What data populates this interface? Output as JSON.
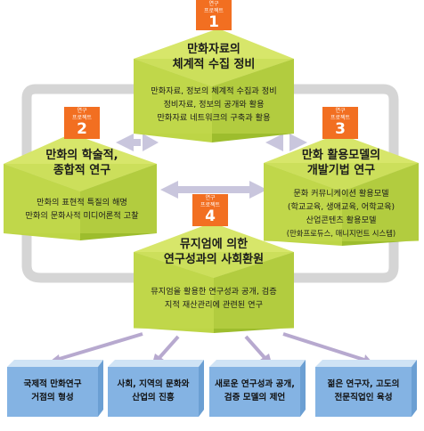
{
  "colors": {
    "cube_top": "#d7e66a",
    "cube_front": "#bdd546",
    "cube_side": "#9dbd2d",
    "badge": "#f26f21",
    "arrow": "#c9c6dd",
    "outcome_top": "#cfe3f5",
    "outcome_front": "#84b3e3",
    "outcome_side": "#6b9fd3",
    "frame": "#d5d5d5"
  },
  "projects": [
    {
      "badge_label": [
        "연구",
        "프로젝트"
      ],
      "number": "1",
      "title": [
        "만화자료의",
        "체계적 수집 정비"
      ],
      "body": [
        "만화자료, 정보의 체계적 수집과 정비",
        "정비자료, 정보의 공개와 활용",
        "만화자료 네트워크의 구축과 활용"
      ]
    },
    {
      "badge_label": [
        "연구",
        "프로젝트"
      ],
      "number": "2",
      "title": [
        "만화의 학술적,",
        "종합적 연구"
      ],
      "body": [
        "만화의 표현적 특질의 해명",
        "만화의 문화사적 미디어론적 고찰"
      ]
    },
    {
      "badge_label": [
        "연구",
        "프로젝트"
      ],
      "number": "3",
      "title": [
        "만화 활용모델의",
        "개발기법 연구"
      ],
      "body": [
        "문화 커뮤니케이션 활용모델",
        "(학교교육, 생애교육, 어학교육)",
        "산업콘텐츠 활용모델",
        "(만화프로듀스, 매니지먼트 시스템)"
      ]
    },
    {
      "badge_label": [
        "연구",
        "프로젝트"
      ],
      "number": "4",
      "title": [
        "뮤지엄에 의한",
        "연구성과의 사회환원"
      ],
      "body": [
        "뮤지엄을 활용한 연구성과 공개, 검증",
        "지적 재산관리에 관련된 연구"
      ]
    }
  ],
  "outcomes": [
    {
      "lines": [
        "국제적 만화연구",
        "거점의 형성"
      ]
    },
    {
      "lines": [
        "사회, 지역의 문화와",
        "산업의 진흥"
      ]
    },
    {
      "lines": [
        "새로운 연구성과 공개,",
        "검증 모델의 제언"
      ]
    },
    {
      "lines": [
        "젊은 연구자, 고도의",
        "전문직업인 육성"
      ]
    }
  ]
}
